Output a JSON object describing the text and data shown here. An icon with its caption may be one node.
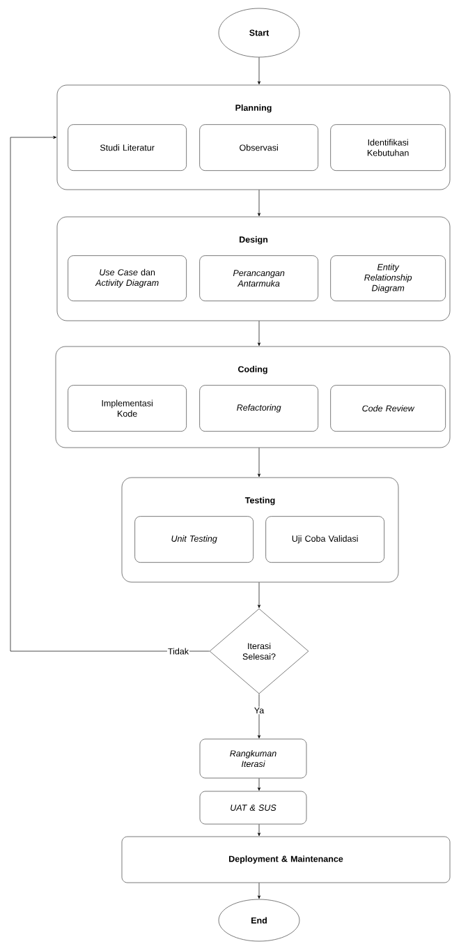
{
  "diagram": {
    "nodes": [
      {
        "text": [
          "Start"
        ]
      },
      {
        "text": [
          "Planning"
        ]
      },
      {
        "text": [
          "Studi Literatur"
        ],
        "in": 1
      },
      {
        "text": [
          "Observasi"
        ],
        "in": 1
      },
      {
        "text": [
          "Identifikasi Kebutuhan"
        ],
        "in": 1
      },
      {
        "text": [
          "Design"
        ]
      },
      {
        "text": [
          "*Use Case* dan *Activity Diagram*"
        ],
        "in": 5
      },
      {
        "text": [
          "Perancangan Antarmuka"
        ],
        "in": 5
      },
      {
        "text": [
          "Entity Relationship Diagram"
        ],
        "in": 5
      },
      {
        "text": [
          "Coding"
        ]
      },
      {
        "text": [
          "Implementasi Kode"
        ],
        "in": 9
      },
      {
        "text": [
          "Refactoring"
        ],
        "in": 9
      },
      {
        "text": [
          "Code Review"
        ],
        "in": 9
      },
      {
        "text": [
          "Testing"
        ]
      },
      {
        "text": [
          "Unit Testing"
        ],
        "in": 13
      },
      {
        "text": [
          "Uji Coba Validasi"
        ],
        "in": 13
      },
      {
        "text": [
          "Iterasi Selesai?"
        ]
      },
      {
        "text": [
          "Rangkuman Iterasi"
        ]
      },
      {
        "text": [
          "UAT & SUS"
        ]
      },
      {
        "text": [
          "Deployment & Maintenance"
        ]
      },
      {
        "text": [
          "End"
        ]
      }
    ],
    "edges": [
      {
        "from": 0,
        "to": 1,
        "arrow": "to"
      },
      {
        "from": 1,
        "to": 5,
        "arrow": "to"
      },
      {
        "from": 5,
        "to": 9,
        "arrow": "to"
      },
      {
        "from": 9,
        "to": 13,
        "arrow": "to"
      },
      {
        "from": 13,
        "to": 16,
        "arrow": "to"
      },
      {
        "from": 16,
        "to": 1,
        "arrow": "to",
        "label": "Tidak"
      },
      {
        "from": 16,
        "to": 17,
        "arrow": "to",
        "label": "Ya"
      },
      {
        "from": 17,
        "to": 18,
        "arrow": "to"
      },
      {
        "from": 18,
        "to": 19,
        "arrow": "to"
      },
      {
        "from": 19,
        "to": 20,
        "arrow": "to"
      }
    ]
  }
}
